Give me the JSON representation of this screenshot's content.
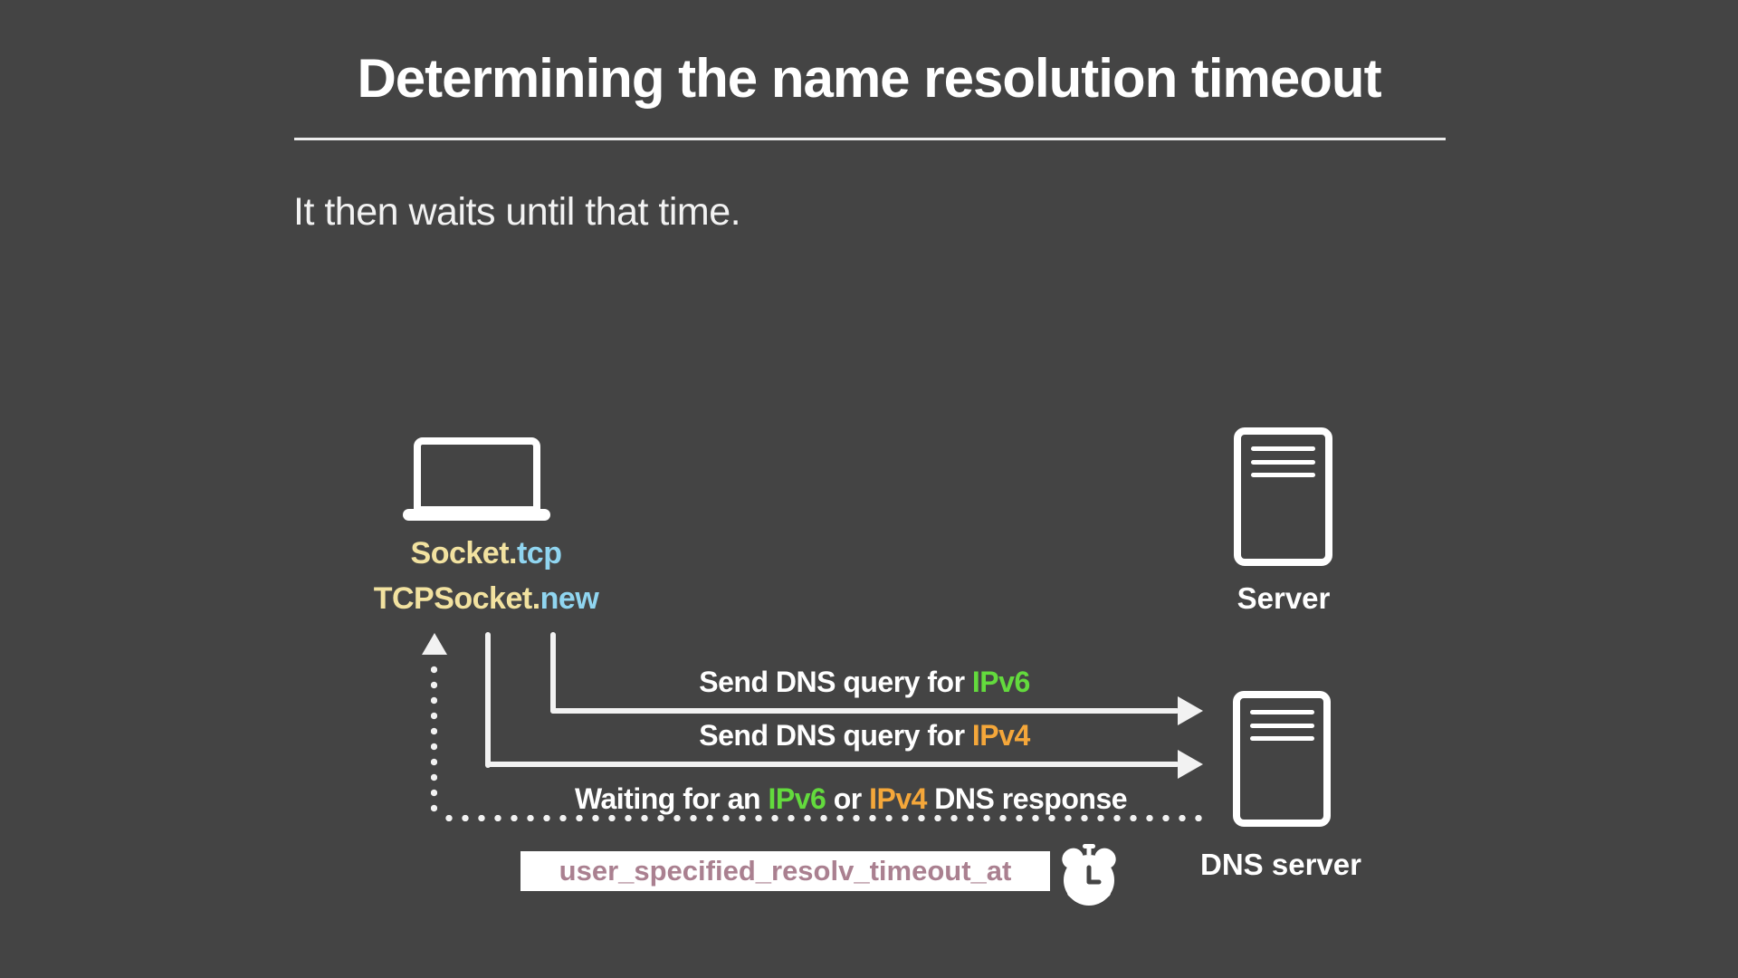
{
  "header": {
    "title": "Determining the name resolution timeout",
    "subtitle": "It then waits until that time."
  },
  "client": {
    "icon": "laptop-icon",
    "code_line1": {
      "main": "Socket.",
      "accent": "tcp"
    },
    "code_line2": {
      "main": "TCPSocket.",
      "accent": "new"
    }
  },
  "servers": {
    "app_server": {
      "icon": "server-icon",
      "label": "Server"
    },
    "dns_server": {
      "icon": "server-icon",
      "label": "DNS server"
    }
  },
  "messages": {
    "query_ipv6": {
      "prefix": "Send DNS query for ",
      "highlight": "IPv6"
    },
    "query_ipv4": {
      "prefix": "Send DNS query for ",
      "highlight": "IPv4"
    },
    "waiting": {
      "p1": "Waiting for an ",
      "ipv6": "IPv6",
      "p2": " or ",
      "ipv4": "IPv4",
      "p3": " DNS response"
    }
  },
  "timeout": {
    "variable": "user_specified_resolv_timeout_at",
    "icon": "alarm-clock-icon"
  },
  "colors": {
    "background": "#444444",
    "chalk": "#f2f2f2",
    "yellow": "#f2e2a0",
    "blue": "#90d5f0",
    "green": "#63da3d",
    "orange": "#f5a73a",
    "mauve": "#aa8090"
  }
}
